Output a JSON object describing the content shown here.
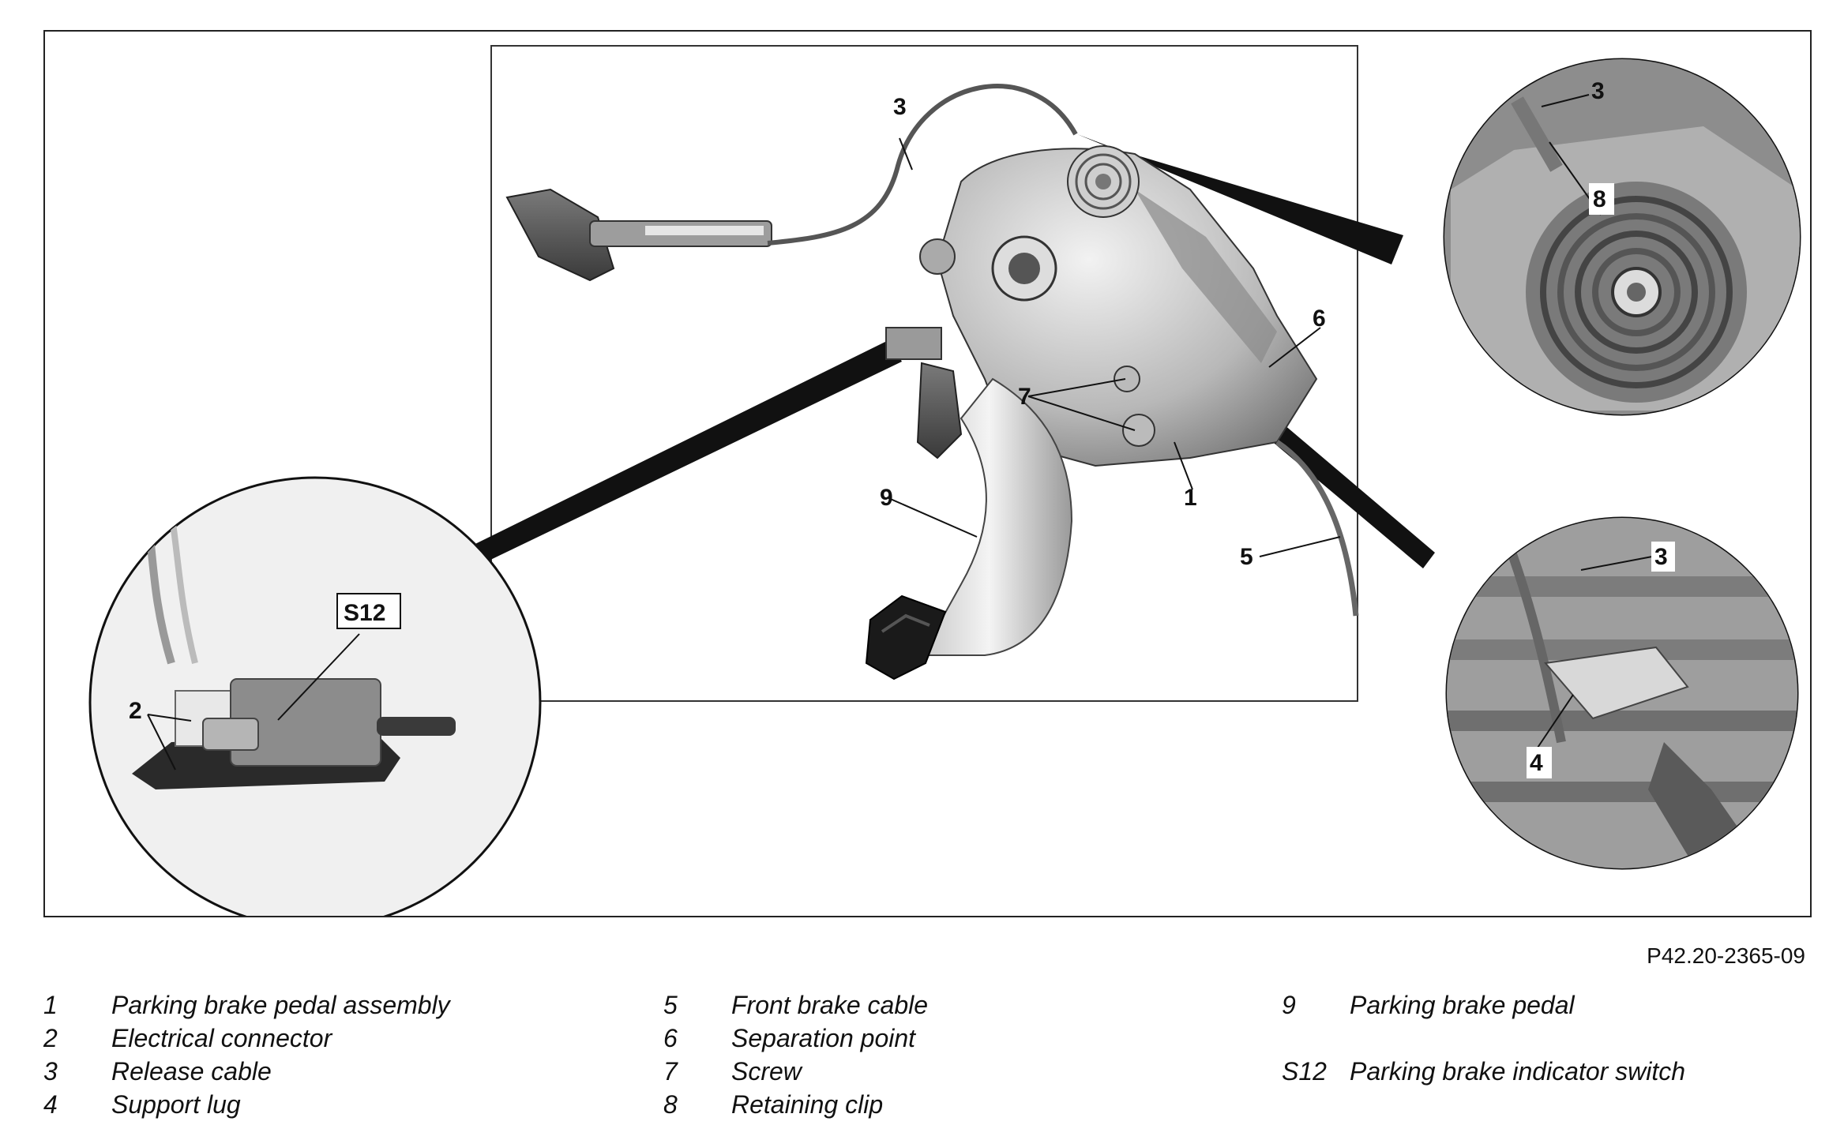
{
  "figure": {
    "callouts": {
      "c3_main": "3",
      "c6": "6",
      "c7": "7",
      "c1": "1",
      "c9": "9",
      "c5": "5",
      "s12": "S12",
      "c2": "2",
      "c3_top": "3",
      "c8": "8",
      "c3_bottom": "3",
      "c4": "4"
    }
  },
  "figure_id": "P42.20-2365-09",
  "legend": {
    "items": [
      {
        "num": "1",
        "desc": "Parking brake pedal assembly"
      },
      {
        "num": "2",
        "desc": "Electrical connector"
      },
      {
        "num": "3",
        "desc": "Release cable"
      },
      {
        "num": "4",
        "desc": "Support lug"
      },
      {
        "num": "5",
        "desc": "Front brake cable"
      },
      {
        "num": "6",
        "desc": "Separation point"
      },
      {
        "num": "7",
        "desc": "Screw"
      },
      {
        "num": "8",
        "desc": "Retaining clip"
      },
      {
        "num": "9",
        "desc": "Parking brake pedal"
      },
      {
        "num": "S12",
        "desc": "Parking brake indicator switch"
      }
    ]
  }
}
